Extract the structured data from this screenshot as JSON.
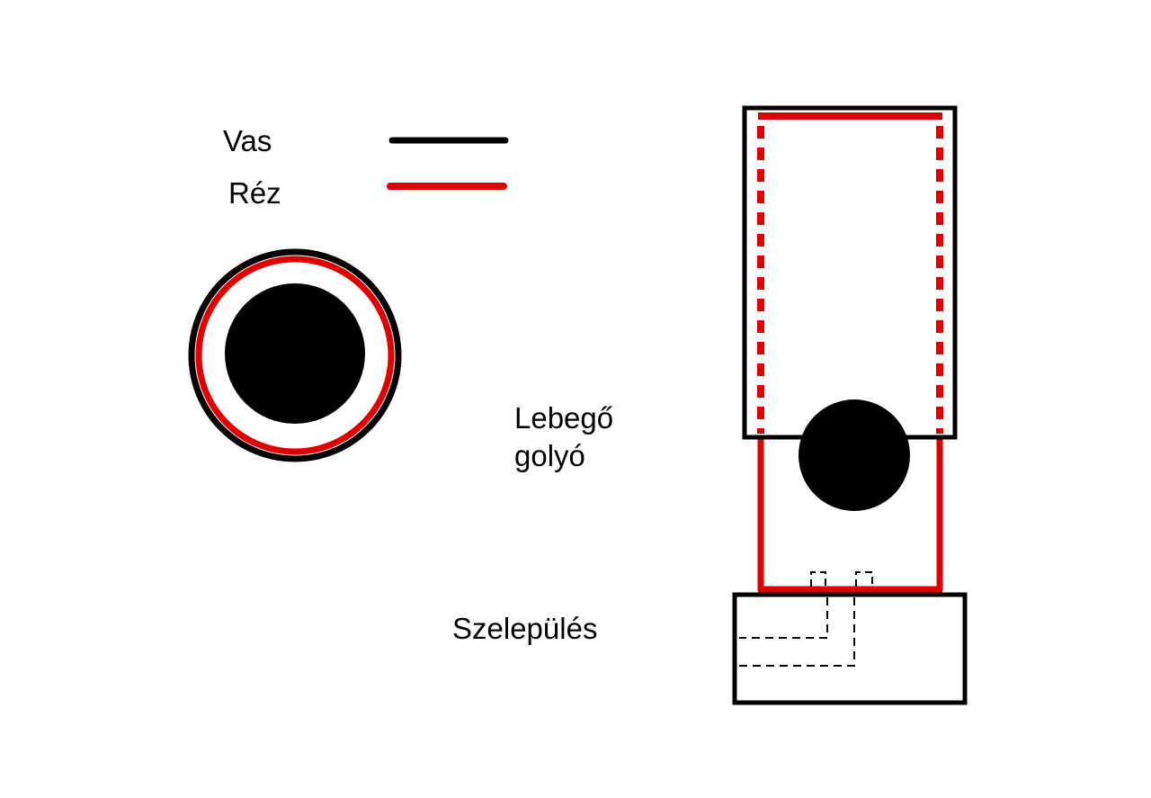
{
  "colors": {
    "iron": "#000000",
    "copper": "#e00000",
    "background": "#ffffff"
  },
  "legend": {
    "iron_label": "Vas",
    "copper_label": "Réz"
  },
  "labels": {
    "ball_line1": "Lebegő",
    "ball_line2": "golyó",
    "valve": "Szelepülés"
  }
}
